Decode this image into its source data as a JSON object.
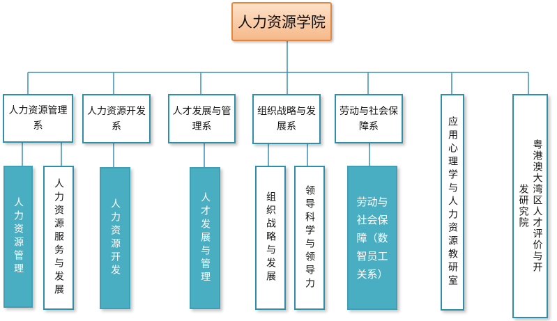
{
  "root": {
    "label": "人力资源学院"
  },
  "departments": [
    {
      "label": "人力资源管理系"
    },
    {
      "label": "人力资源开发系"
    },
    {
      "label": "人才发展与管理系"
    },
    {
      "label": "组织战略与发展系"
    },
    {
      "label": "劳动与社会保障系"
    },
    {
      "label": "应用心理学与人力资源教研室"
    },
    {
      "label": "粤港澳大湾区人才评价与开发研究院"
    }
  ],
  "subunits": [
    {
      "label": "人力资源管理"
    },
    {
      "label": "人力资源服务与发展"
    },
    {
      "label": "人力资源开发"
    },
    {
      "label": "人才发展与管理"
    },
    {
      "label": "组织战略与发展"
    },
    {
      "label": "领导科学与领导力"
    },
    {
      "label": "劳动与社会保障（数智员工关系）"
    }
  ],
  "colors": {
    "connector": "#3b8fb5",
    "dept_border": "#2e90a8",
    "sub_fill": "#4aaec2",
    "root_fill": "#f6b98a",
    "root_border": "#e3863f"
  }
}
